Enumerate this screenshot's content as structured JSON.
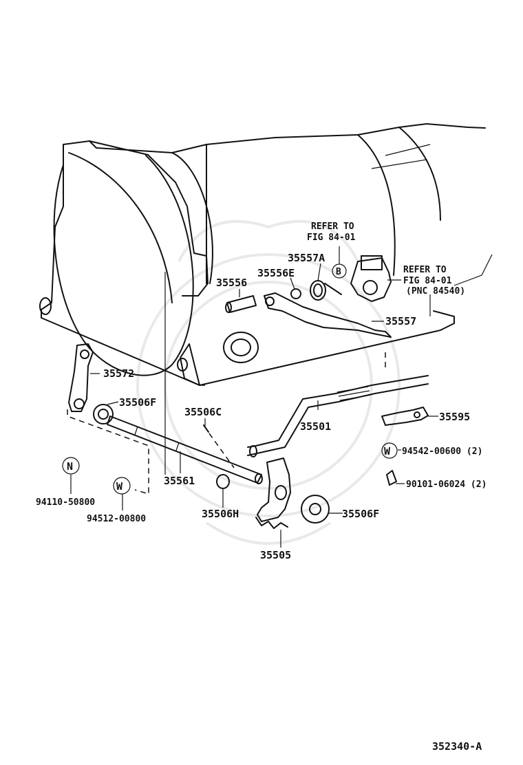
{
  "labels": {
    "refer_to_1": "REFER TO",
    "fig_1": "FIG 84-01",
    "refer_to_2": "REFER TO",
    "fig_2": "FIG 84-01",
    "pnc": "(PNC 84540)",
    "callout_b": "B",
    "p35557A": "35557A",
    "p35556E": "35556E",
    "p35556": "35556",
    "p35557": "35557",
    "p35572": "35572",
    "p35506F_1": "35506F",
    "p35506C": "35506C",
    "p35501": "35501",
    "p35595": "35595",
    "circle_w_1": "W",
    "p94542": "94542-00600 (2)",
    "p90101": "90101-06024 (2)",
    "circle_n": "N",
    "p94110": "94110-50800",
    "circle_w_2": "W",
    "p94512": "94512-00800",
    "p35561": "35561",
    "p35506H": "35506H",
    "p35506F_2": "35506F",
    "p35505": "35505",
    "figure_id": "352340-A"
  }
}
